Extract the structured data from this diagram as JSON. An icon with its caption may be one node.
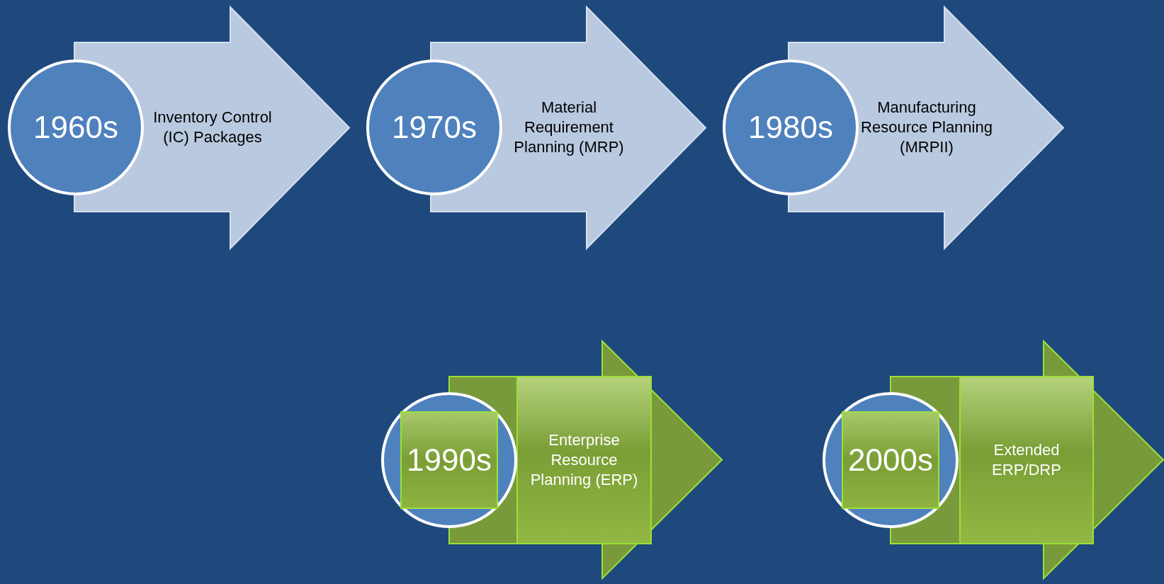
{
  "diagram": {
    "nodes": [
      {
        "text": [
          "1960s"
        ]
      },
      {
        "text": [
          "Inventory Control (IC) Packages"
        ]
      },
      {
        "text": [
          "1970s"
        ]
      },
      {
        "text": [
          "Material Requirement Planning (MRP)"
        ]
      },
      {
        "text": [
          "1980s"
        ]
      },
      {
        "text": [
          "Manufacturing Resource Planning (MRPII)"
        ]
      },
      {
        "text": [
          "1990s"
        ]
      },
      {
        "text": [
          "Enterprise Resource Planning (ERP)"
        ]
      },
      {
        "text": [
          "2000s"
        ]
      },
      {
        "text": [
          "Extended ERP/DRP"
        ]
      }
    ]
  }
}
